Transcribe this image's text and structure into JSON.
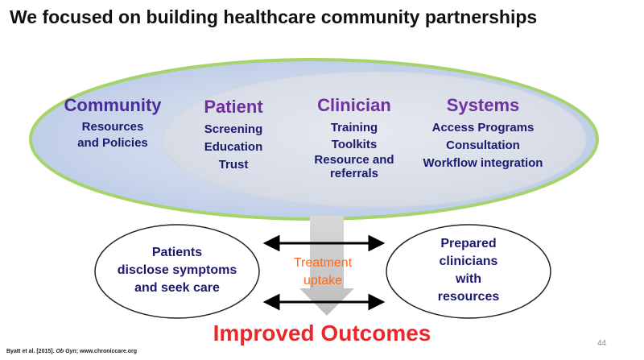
{
  "title": "We focused on building healthcare community partnerships",
  "columns": [
    {
      "header": "Community",
      "items": [
        "Resources",
        "and Policies"
      ]
    },
    {
      "header": "Patient",
      "items": [
        "Screening",
        "Education",
        "Trust"
      ]
    },
    {
      "header": "Clinician",
      "items": [
        "Training",
        "Toolkits",
        "Resource and",
        "referrals"
      ]
    },
    {
      "header": "Systems",
      "items": [
        "Access Programs",
        "Consultation",
        "Workflow integration"
      ]
    }
  ],
  "left_oval": [
    "Patients",
    "disclose symptoms",
    "and seek care"
  ],
  "right_oval": [
    "Prepared",
    "clinicians",
    "with",
    "resources"
  ],
  "treatment": [
    "Treatment",
    "uptake"
  ],
  "outcome": "Improved Outcomes",
  "citation": {
    "authors": "Byatt et al. [2015].",
    "journal": "Ob Gyn",
    "rest": "; www.chroniccare.org"
  },
  "page_number": "44",
  "colors": {
    "outer_ellipse_fill": "#c9d6ec",
    "outer_ellipse_stroke": "#a6d36b",
    "inner_ellipse_fill": "#dde2ea",
    "arrow_fill": "#c9c9c9",
    "header_purple": "#7030a0",
    "item_navy": "#1a1a6e",
    "treatment_orange": "#ff6a1a",
    "outcome_red": "#e8282a"
  }
}
